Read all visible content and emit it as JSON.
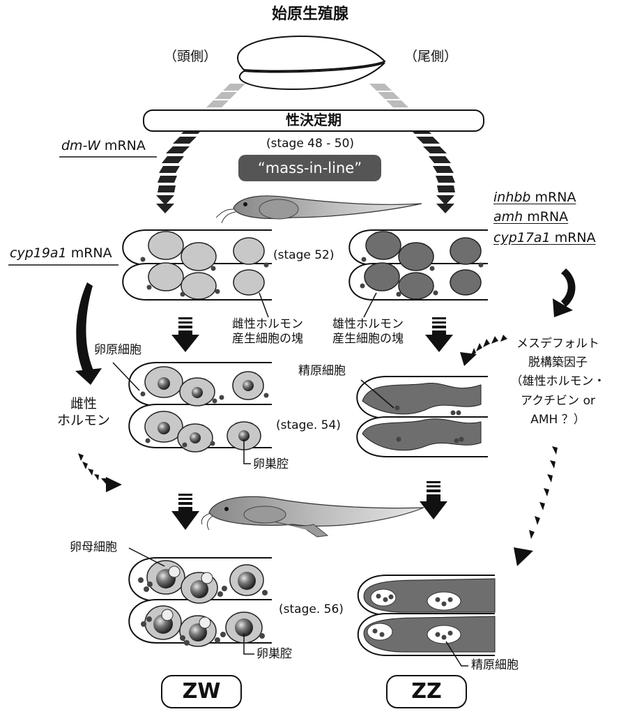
{
  "title": "始原生殖腺",
  "side_left": "（頭側）",
  "side_right": "（尾側）",
  "sex_det_period": "性決定期",
  "stage_48_50": "(stage 48 - 50)",
  "mass_in_line": "“mass-in-line”",
  "dmw": {
    "gene": "dm-W",
    "suffix": " mRNA"
  },
  "right_genes": [
    {
      "gene": "inhbb",
      "suffix": " mRNA"
    },
    {
      "gene": "amh",
      "suffix": " mRNA"
    },
    {
      "gene": "cyp17a1",
      "suffix": " mRNA"
    }
  ],
  "cyp19a1": {
    "gene": "cyp19a1",
    "suffix": " mRNA"
  },
  "stage52": "(stage 52)",
  "stage54": "(stage. 54)",
  "stage56": "(stage. 56)",
  "female_cluster": [
    "雌性ホルモン",
    "産生細胞の塊"
  ],
  "male_cluster": [
    "雄性ホルモン",
    "産生細胞の塊"
  ],
  "oogonia": "卵原細胞",
  "spermatogonia_top": "精原細胞",
  "spermatogonia_bottom": "精原細胞",
  "estrogen": [
    "雌性",
    "ホルモン"
  ],
  "factor": [
    "メスデフォルト",
    "脱構築因子",
    "（雄性ホルモン・",
    "アクチビン or",
    "AMH ？）"
  ],
  "ovarian_cavity_1": "卵巣腔",
  "ovarian_cavity_2": "卵巣腔",
  "oocyte": "卵母細胞",
  "zw": "ZW",
  "zz": "ZZ",
  "colors": {
    "female_cell": "#c8c8c8",
    "male_cell": "#6e6e6e",
    "dot": "#444444",
    "mass": "#555555"
  }
}
